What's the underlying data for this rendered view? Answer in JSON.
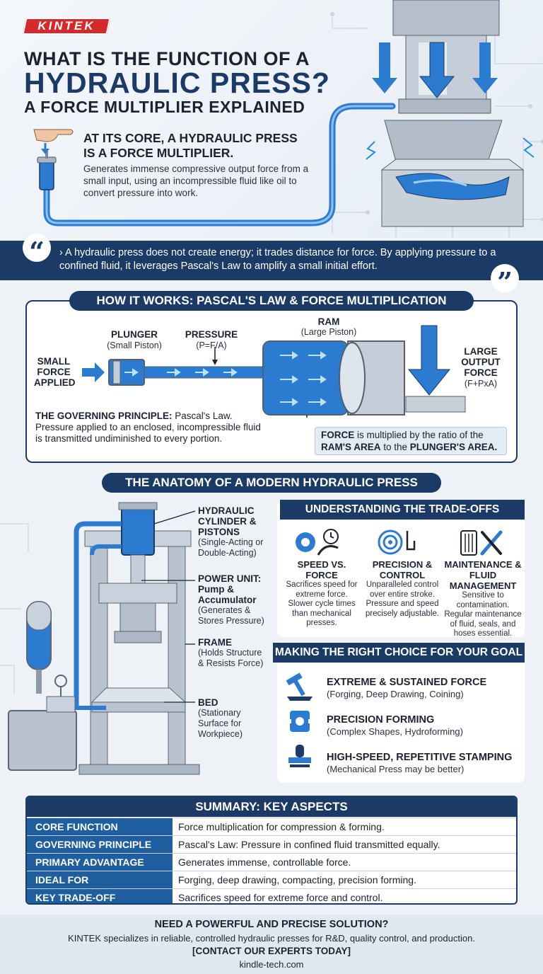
{
  "brand": {
    "logo": "KINTEK",
    "accent": "#1b3a66",
    "highlight": "#1f6fc4",
    "logo_color": "#d62a2a"
  },
  "header": {
    "title_line1": "WHAT IS THE FUNCTION OF A",
    "title_line2": "HYDRAULIC PRESS?",
    "title_line3": "A FORCE MULTIPLIER EXPLAINED",
    "core_heading": "AT ITS CORE, A HYDRAULIC PRESS IS A FORCE MULTIPLIER.",
    "core_text": "Generates immense compressive output force from a small input, using an incompressible fluid like oil to convert pressure into work."
  },
  "quote": {
    "open_mark": "“",
    "close_mark": "”",
    "text": "› A hydraulic press does not create energy; it trades distance for force. By applying pressure to a confined fluid, it leverages Pascal's Law to amplify a small initial effort."
  },
  "how": {
    "title": "HOW IT WORKS: PASCAL'S LAW & FORCE MULTIPLICATION",
    "small_force": "SMALL FORCE APPLIED",
    "plunger": "PLUNGER",
    "plunger_sub": "(Small Piston)",
    "pressure": "PRESSURE",
    "pressure_sub": "(P=F/A)",
    "ram": "RAM",
    "ram_sub": "(Large Piston)",
    "large_output": "LARGE OUTPUT FORCE",
    "large_output_sub": "(F+PxA)",
    "gov_bold": "THE GOVERNING PRINCIPLE:",
    "gov_law": "Pascal's Law.",
    "gov_text": "Pressure applied to an enclosed, incompressible fluid is transmitted undiminished to every portion.",
    "force_word": "FORCE",
    "force_text1": "is multiplied by the ratio of the",
    "force_ram": "RAM'S AREA",
    "force_to": "to the",
    "force_plunger": "PLUNGER'S AREA."
  },
  "anatomy": {
    "title": "THE ANATOMY OF A MODERN HYDRAULIC PRESS",
    "parts": [
      {
        "name": "HYDRAULIC CYLINDER & PISTONS",
        "desc": "(Single-Acting or Double-Acting)"
      },
      {
        "name": "POWER UNIT: Pump & Accumulator",
        "desc": "(Generates & Stores Pressure)"
      },
      {
        "name": "FRAME",
        "desc": "(Holds Structure & Resists Force)"
      },
      {
        "name": "BED",
        "desc": "(Stationary Surface for Workpiece)"
      }
    ]
  },
  "tradeoffs": {
    "title": "UNDERSTANDING THE TRADE-OFFS",
    "items": [
      {
        "icon": "gear-clock-icon",
        "heading": "SPEED VS. FORCE",
        "text": "Sacrifices speed for extreme force. Slower cycle times than mechanical presses."
      },
      {
        "icon": "target-hand-icon",
        "heading": "PRECISION & CONTROL",
        "text": "Unparalleled control over entire stroke. Pressure and speed precisely adjustable."
      },
      {
        "icon": "filter-wrench-icon",
        "heading": "MAINTENANCE & FLUID MANAGEMENT",
        "text": "Sensitive to contamination. Regular maintenance of fluid, seals, and hoses essential."
      }
    ]
  },
  "choice": {
    "title": "MAKING THE RIGHT CHOICE FOR YOUR GOAL",
    "items": [
      {
        "icon": "hammer-anvil-icon",
        "heading": "EXTREME & SUSTAINED FORCE",
        "text": "(Forging, Deep Drawing, Coining)"
      },
      {
        "icon": "shaped-part-icon",
        "heading": "PRECISION FORMING",
        "text": "(Complex Shapes, Hydroforming)"
      },
      {
        "icon": "stamp-icon",
        "heading": "HIGH-SPEED, REPETITIVE STAMPING",
        "text": "(Mechanical Press may be better)"
      }
    ]
  },
  "summary": {
    "title": "SUMMARY: KEY ASPECTS",
    "rows": [
      {
        "key": "CORE FUNCTION",
        "value": "Force multiplication for compression & forming."
      },
      {
        "key": "GOVERNING PRINCIPLE",
        "value": "Pascal's Law: Pressure in confined fluid transmitted equally."
      },
      {
        "key": "PRIMARY ADVANTAGE",
        "value": "Generates immense, controllable force."
      },
      {
        "key": "IDEAL FOR",
        "value": "Forging, deep drawing, compacting, precision forming."
      },
      {
        "key": "KEY TRADE-OFF",
        "value": "Sacrifices speed for extreme force and control."
      }
    ]
  },
  "footer": {
    "headline": "NEED A POWERFUL AND PRECISE SOLUTION?",
    "text": "KINTEK specializes in reliable, controlled hydraulic presses for R&D, quality control, and production.",
    "cta": "[CONTACT OUR EXPERTS TODAY]",
    "url": "kindle-tech.com"
  }
}
